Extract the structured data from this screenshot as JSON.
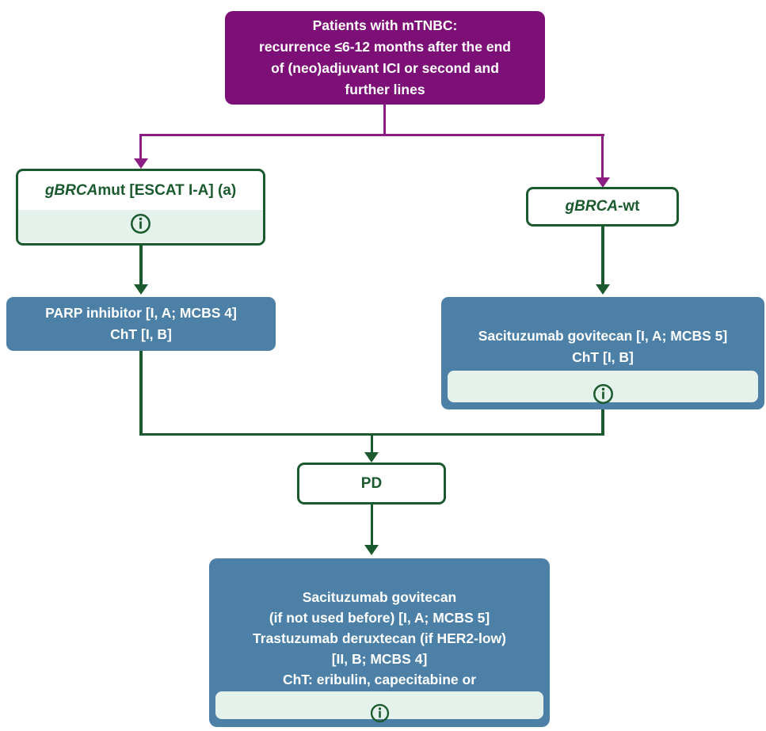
{
  "colors": {
    "purple_box": "#7D1077",
    "purple_line": "#8C1D82",
    "dark_green": "#1B5A2F",
    "mint_green": "#E4F2EB",
    "steel_blue": "#4D80A7",
    "text_on_dark": "#FFFFFF"
  },
  "icons": {
    "info": "ⓘ"
  },
  "flowchart": {
    "root_box": {
      "text": "Patients with mTNBC:\nrecurrence ≤6-12 months after the end\nof (neo)adjuvant ICI or second and\nfurther lines"
    },
    "gbrca_mut_box": {
      "label_italic": "gBRCA",
      "label_rest": "mut [ESCAT I-A] (a)"
    },
    "gbrca_wt_box": {
      "label_italic": "gBRCA",
      "label_rest": "-wt"
    },
    "parp_box": {
      "text": "PARP inhibitor [I, A; MCBS 4]\nChT [I, B]"
    },
    "sacituzumab_box": {
      "text": "Sacituzumab govitecan [I, A; MCBS 5]\nChT [I, B]"
    },
    "pd_box": {
      "label": "PD"
    },
    "later_line_box": {
      "text": "Sacituzumab govitecan\n(if not used before) [I, A; MCBS 5]\nTrastuzumab deruxtecan (if HER2-low)\n[II, B; MCBS 4]\nChT: eribulin, capecitabine or\nvinorelbine [I, B]"
    }
  }
}
